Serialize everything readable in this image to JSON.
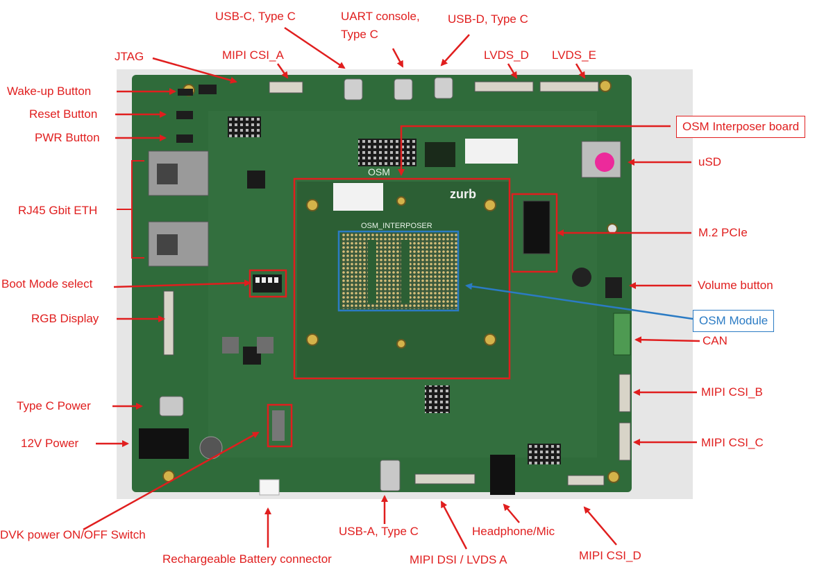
{
  "labels": {
    "usb_c": "USB-C, Type C",
    "uart_line1": "UART console,",
    "uart_line2": "Type C",
    "usb_d": "USB-D, Type C",
    "jtag": "JTAG",
    "mipi_csi_a": "MIPI CSI_A",
    "lvds_d": "LVDS_D",
    "lvds_e": "LVDS_E",
    "wake_up_button": "Wake-up Button",
    "reset_button": "Reset Button",
    "pwr_button": "PWR Button",
    "osm_interposer_board": "OSM Interposer board",
    "usd": "uSD",
    "rj45": "RJ45 Gbit ETH",
    "m2_pcie": "M.2 PCIe",
    "boot_mode": "Boot Mode select",
    "volume_button": "Volume button",
    "rgb_display": "RGB Display",
    "osm_module": "OSM Module",
    "can": "CAN",
    "mipi_csi_b": "MIPI CSI_B",
    "type_c_power": "Type C Power",
    "twelve_v_power": "12V Power",
    "mipi_csi_c": "MIPI CSI_C",
    "dvk_switch": "DVK power ON/OFF Switch",
    "usb_a": "USB-A, Type C",
    "headphone": "Headphone/Mic",
    "rechargeable_battery": "Rechargeable Battery connector",
    "mipi_dsi": "MIPI  DSI / LVDS  A",
    "mipi_csi_d": "MIPI CSI_D"
  },
  "board": {
    "brand": "zurb",
    "interposer_silkscreen": "OSM_INTERPOSER",
    "osm_text": "OSM"
  },
  "colors": {
    "annotation": "#e01e1e",
    "osm_module_highlight": "#2b7bc4",
    "pcb": "#2f6b3a",
    "background": "#ffffff"
  }
}
